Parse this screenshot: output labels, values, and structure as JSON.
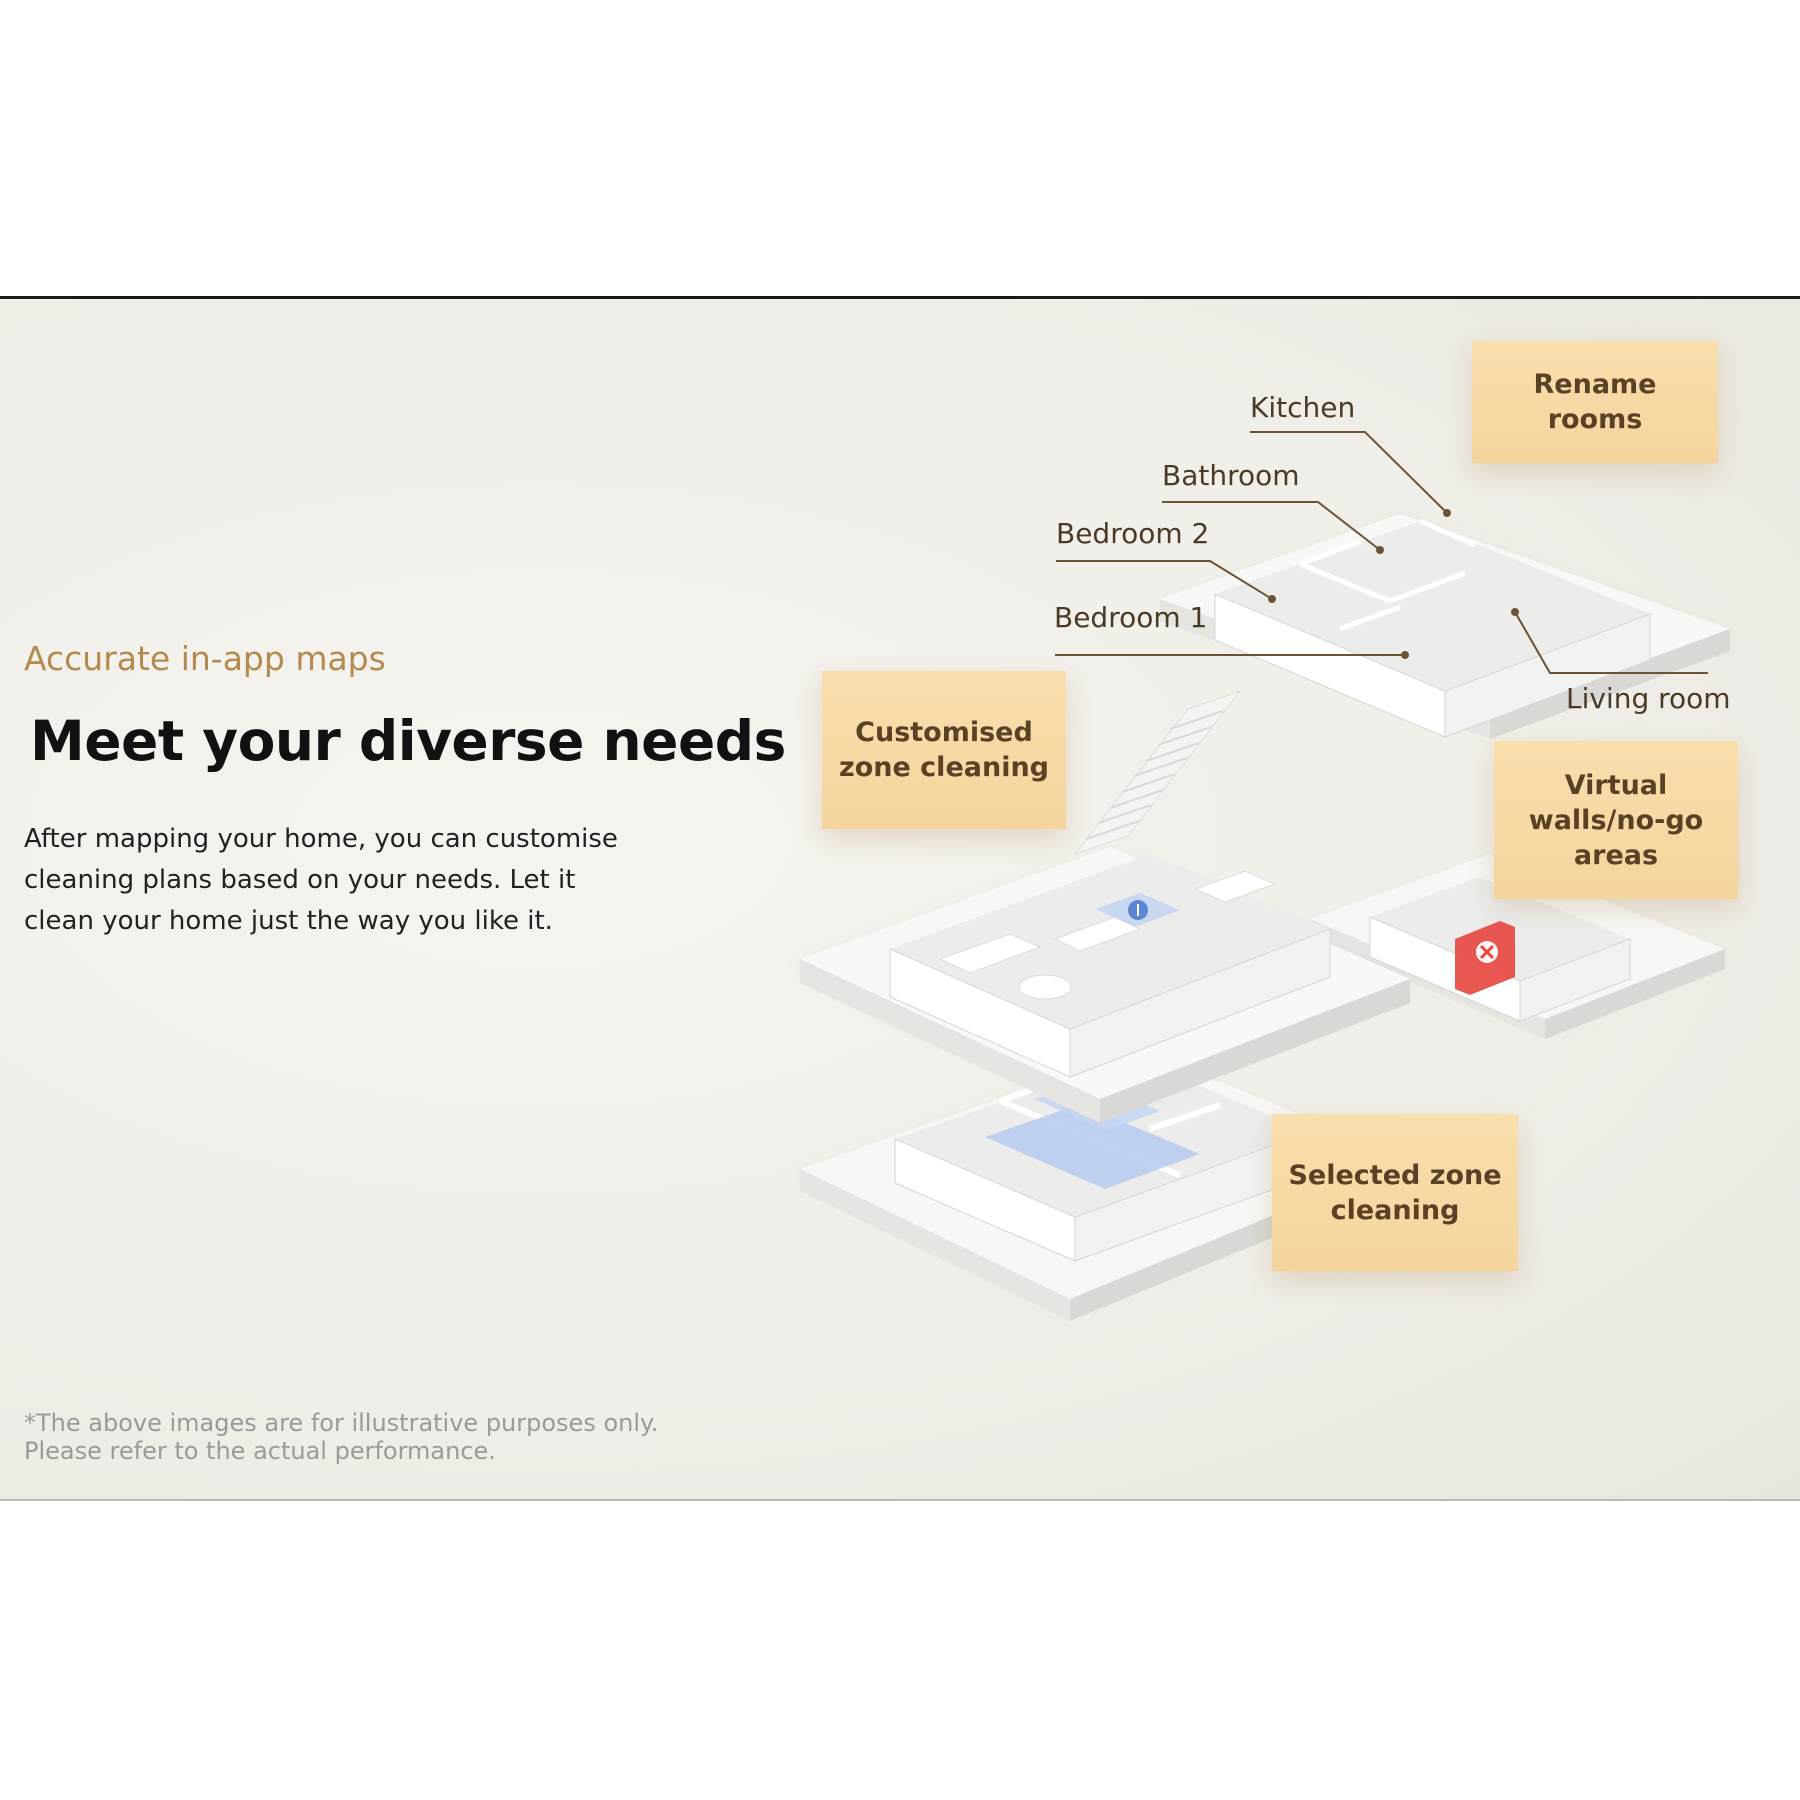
{
  "eyebrow": "Accurate in-app maps",
  "headline": "Meet your diverse needs",
  "body": "After mapping your home, you can customise cleaning plans based on your needs. Let it clean your home just the way you like it.",
  "disclaimer": {
    "line1": "*The above images are for illustrative purposes only.",
    "line2": "Please refer to the actual performance."
  },
  "callouts": {
    "rename_rooms": "Rename rooms",
    "customised_zone": "Customised\nzone cleaning",
    "virtual_walls": "Virtual\nwalls/no-go\nareas",
    "selected_zone": "Selected zone\ncleaning"
  },
  "rooms": {
    "kitchen": "Kitchen",
    "bathroom": "Bathroom",
    "bedroom2": "Bedroom 2",
    "bedroom1": "Bedroom 1",
    "living_room": "Living room"
  },
  "colors": {
    "accent_gold": "#b48a4f",
    "card_gold": "#f6d8a3",
    "zone_blue": "#b9ccef",
    "no_go_red": "#e8463f"
  },
  "icons": {
    "zone_marker": "move-icon",
    "no_go_marker": "close-icon"
  }
}
